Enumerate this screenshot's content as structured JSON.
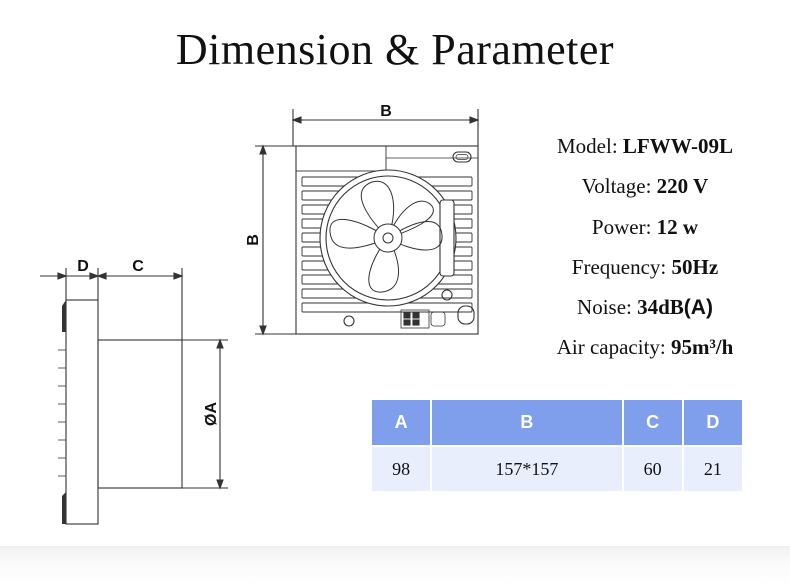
{
  "title": "Dimension & Parameter",
  "dimension_labels": {
    "top_b": "B",
    "side_b": "B",
    "d": "D",
    "c": "C",
    "a": "ØA"
  },
  "specs": [
    {
      "label": "Model: ",
      "value": "LFWW-09L"
    },
    {
      "label": "Voltage: ",
      "value": "220 V"
    },
    {
      "label": "Power: ",
      "value": "12 w"
    },
    {
      "label": "Frequency: ",
      "value": "50Hz"
    },
    {
      "label": "Noise: ",
      "value": "34dB",
      "value_suffix": "(A)"
    },
    {
      "label": "Air capacity: ",
      "value": "95m³/h"
    }
  ],
  "table": {
    "headers": [
      "A",
      "B",
      "C",
      "D"
    ],
    "rows": [
      [
        "98",
        "157*157",
        "60",
        "21"
      ]
    ]
  },
  "colors": {
    "header_bg": "#7f9fec",
    "cell_bg": "#e8eefb"
  }
}
